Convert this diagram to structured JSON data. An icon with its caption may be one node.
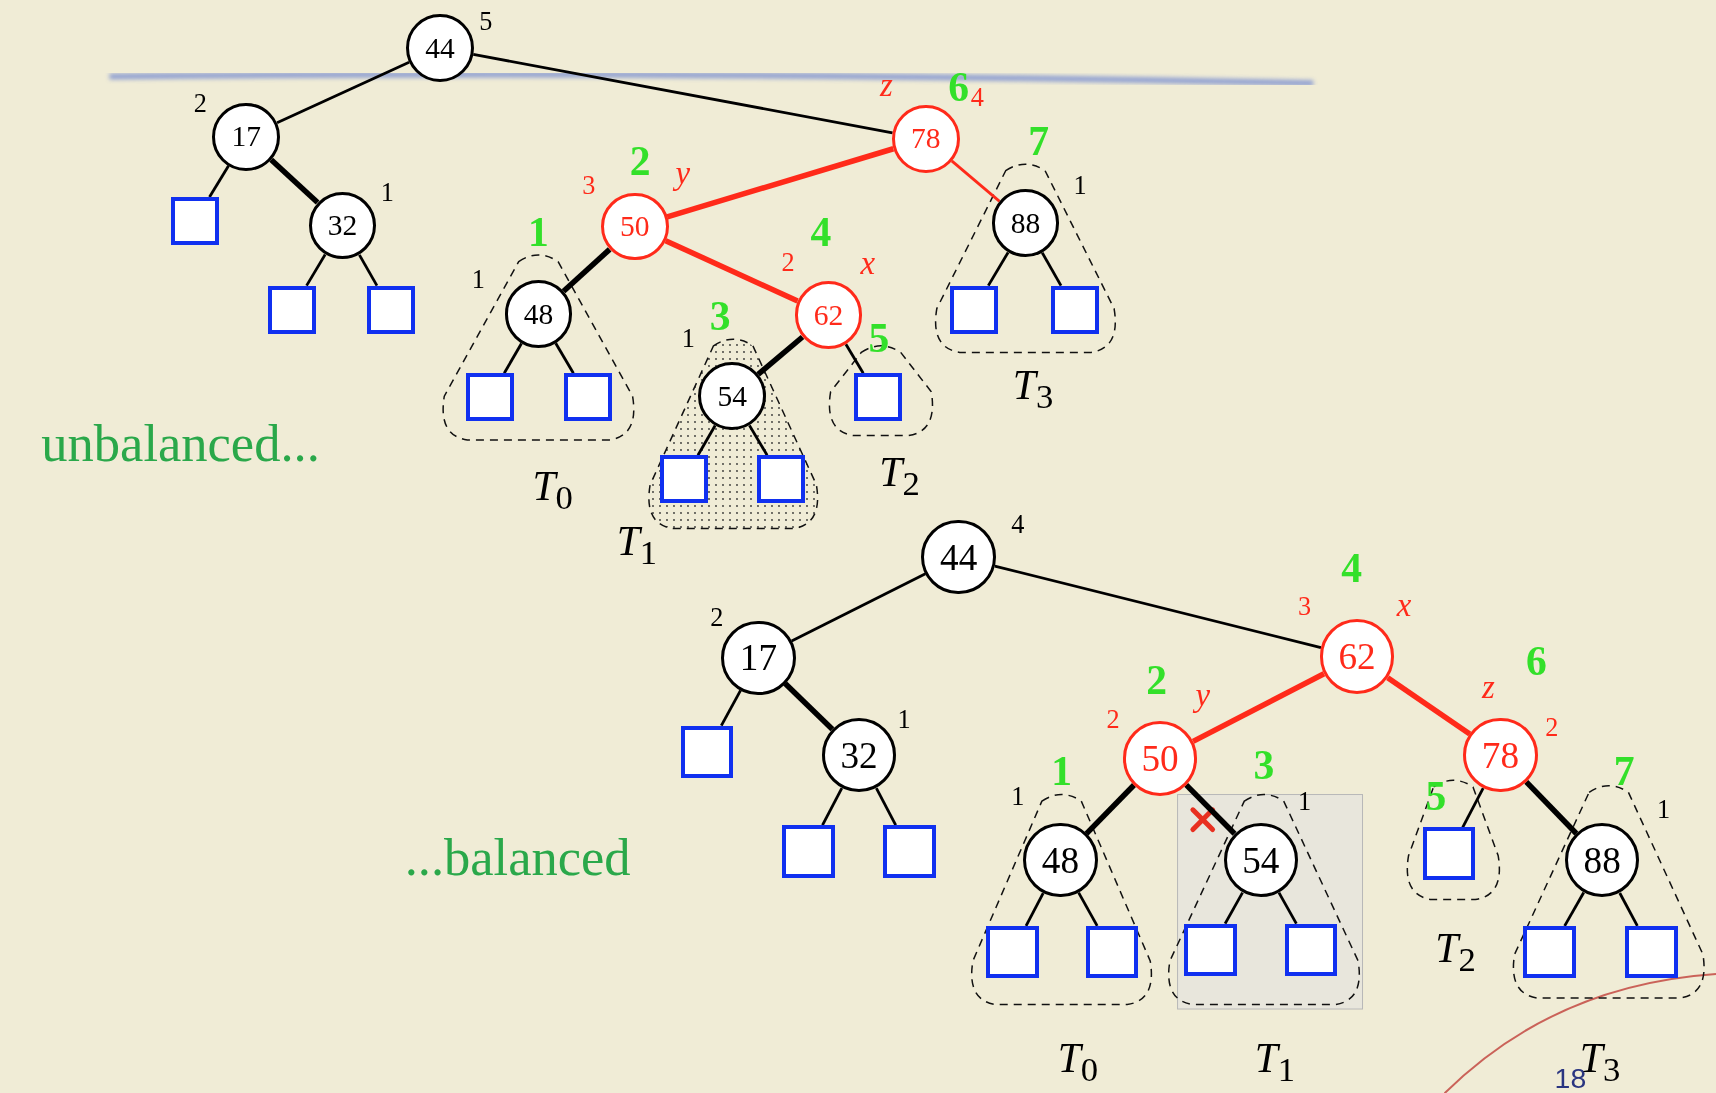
{
  "diagram": {
    "nodes": [
      {
        "text": [
          "44"
        ],
        "beside": [
          "5"
        ]
      },
      {
        "text": [
          "17"
        ],
        "beside": [
          "2"
        ]
      },
      {
        "text": [
          "32"
        ],
        "beside": [
          "1"
        ]
      },
      {
        "text": [
          "78"
        ],
        "beside": [
          "z",
          "6",
          "4"
        ]
      },
      {
        "text": [
          "50"
        ],
        "beside": [
          "3",
          "2",
          "y"
        ]
      },
      {
        "text": [
          "48"
        ],
        "beside": [
          "1",
          "1"
        ]
      },
      {
        "text": [
          "62"
        ],
        "beside": [
          "2",
          "4",
          "x"
        ]
      },
      {
        "text": [
          "54"
        ],
        "beside": [
          "1",
          "3"
        ]
      },
      {
        "text": [
          "88"
        ],
        "beside": [
          "7",
          "1"
        ]
      },
      {
        "text": [],
        "shape": "box"
      },
      {
        "text": [],
        "shape": "box"
      },
      {
        "text": [],
        "shape": "box"
      },
      {
        "text": [],
        "shape": "box"
      },
      {
        "text": [],
        "shape": "box"
      },
      {
        "text": [],
        "shape": "box"
      },
      {
        "text": [],
        "shape": "box"
      },
      {
        "text": [],
        "shape": "box",
        "beside": [
          "5"
        ]
      },
      {
        "text": [],
        "shape": "box"
      },
      {
        "text": [],
        "shape": "box"
      },
      {
        "text": [
          "44"
        ],
        "beside": [
          "4"
        ]
      },
      {
        "text": [
          "17"
        ],
        "beside": [
          "2"
        ]
      },
      {
        "text": [
          "32"
        ],
        "beside": [
          "1"
        ]
      },
      {
        "text": [
          "62"
        ],
        "beside": [
          "3",
          "4",
          "x"
        ]
      },
      {
        "text": [
          "50"
        ],
        "beside": [
          "2",
          "2",
          "y"
        ]
      },
      {
        "text": [
          "48"
        ],
        "beside": [
          "1",
          "1"
        ]
      },
      {
        "text": [
          "54"
        ],
        "beside": [
          "3",
          "1"
        ]
      },
      {
        "text": [
          "78"
        ],
        "beside": [
          "z",
          "6",
          "2"
        ]
      },
      {
        "text": [
          "88"
        ],
        "beside": [
          "7",
          "1"
        ]
      },
      {
        "text": [],
        "shape": "box"
      },
      {
        "text": [],
        "shape": "box"
      },
      {
        "text": [],
        "shape": "box"
      },
      {
        "text": [],
        "shape": "box"
      },
      {
        "text": [],
        "shape": "box"
      },
      {
        "text": [],
        "shape": "box"
      },
      {
        "text": [],
        "shape": "box"
      },
      {
        "text": [],
        "shape": "box",
        "beside": [
          "5"
        ]
      },
      {
        "text": [],
        "shape": "box"
      },
      {
        "text": [],
        "shape": "box"
      }
    ],
    "edges": [
      {
        "from": 0,
        "to": 1,
        "arrow": "none"
      },
      {
        "from": 0,
        "to": 3,
        "arrow": "none"
      },
      {
        "from": 1,
        "to": 9,
        "arrow": "none"
      },
      {
        "from": 1,
        "to": 2,
        "arrow": "none",
        "style": "thick"
      },
      {
        "from": 2,
        "to": 10,
        "arrow": "none"
      },
      {
        "from": 2,
        "to": 11,
        "arrow": "none"
      },
      {
        "from": 3,
        "to": 4,
        "arrow": "none",
        "style": "thick",
        "color": "#ff2a1a"
      },
      {
        "from": 3,
        "to": 8,
        "arrow": "none",
        "color": "#ff2a1a"
      },
      {
        "from": 4,
        "to": 5,
        "arrow": "none",
        "style": "thick"
      },
      {
        "from": 4,
        "to": 6,
        "arrow": "none",
        "style": "thick",
        "color": "#ff2a1a"
      },
      {
        "from": 5,
        "to": 12,
        "arrow": "none"
      },
      {
        "from": 5,
        "to": 13,
        "arrow": "none"
      },
      {
        "from": 6,
        "to": 7,
        "arrow": "none",
        "style": "thick"
      },
      {
        "from": 6,
        "to": 16,
        "arrow": "none"
      },
      {
        "from": 7,
        "to": 14,
        "arrow": "none"
      },
      {
        "from": 7,
        "to": 15,
        "arrow": "none"
      },
      {
        "from": 8,
        "to": 17,
        "arrow": "none"
      },
      {
        "from": 8,
        "to": 18,
        "arrow": "none"
      },
      {
        "from": 19,
        "to": 20,
        "arrow": "none"
      },
      {
        "from": 19,
        "to": 22,
        "arrow": "none"
      },
      {
        "from": 20,
        "to": 28,
        "arrow": "none"
      },
      {
        "from": 20,
        "to": 21,
        "arrow": "none",
        "style": "thick"
      },
      {
        "from": 21,
        "to": 29,
        "arrow": "none"
      },
      {
        "from": 21,
        "to": 30,
        "arrow": "none"
      },
      {
        "from": 22,
        "to": 23,
        "arrow": "none",
        "style": "thick",
        "color": "#ff2a1a"
      },
      {
        "from": 22,
        "to": 26,
        "arrow": "none",
        "style": "thick",
        "color": "#ff2a1a"
      },
      {
        "from": 23,
        "to": 24,
        "arrow": "none",
        "style": "thick"
      },
      {
        "from": 23,
        "to": 25,
        "arrow": "none",
        "style": "thick"
      },
      {
        "from": 24,
        "to": 31,
        "arrow": "none"
      },
      {
        "from": 24,
        "to": 32,
        "arrow": "none"
      },
      {
        "from": 25,
        "to": 33,
        "arrow": "none"
      },
      {
        "from": 25,
        "to": 34,
        "arrow": "none"
      },
      {
        "from": 26,
        "to": 35,
        "arrow": "none"
      },
      {
        "from": 26,
        "to": 27,
        "arrow": "none",
        "style": "thick"
      },
      {
        "from": 27,
        "to": 36,
        "arrow": "none"
      },
      {
        "from": 27,
        "to": 37,
        "arrow": "none"
      }
    ],
    "labels": [
      "unbalanced...",
      "*T*$_{3}$",
      "*T*$_{0}$",
      "*T*$_{2}$",
      "*T*$_{1}$",
      "...balanced",
      "*T*$_{2}$",
      "*T*$_{0}$",
      "*T*$_{1}$",
      "18",
      "*T*$_{3}$"
    ]
  }
}
